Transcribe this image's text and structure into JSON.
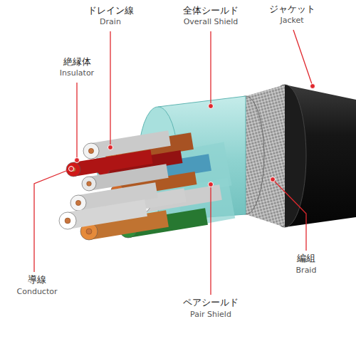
{
  "diagram": {
    "labels": [
      "ドレイン線",
      "Drain",
      "全体シールド",
      "Overall Shield",
      "ジャケット",
      "Jacket",
      "絶縁体",
      "Insulator",
      "導線",
      "Conductor",
      "編組",
      "Braid",
      "ペアシールド",
      "Pair Shield"
    ]
  }
}
